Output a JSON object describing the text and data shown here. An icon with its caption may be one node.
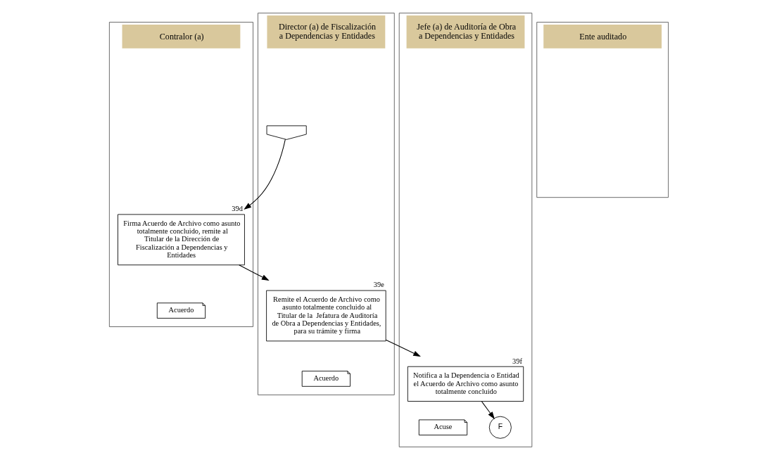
{
  "diagram": {
    "nodes": [
      {
        "text": [
          "Contralor (a)"
        ]
      },
      {
        "text": [
          "Director (a) de Fiscalización a Dependencias y Entidades"
        ]
      },
      {
        "text": [
          "Jefe (a) de Auditoría de Obra a Dependencias y Entidades"
        ]
      },
      {
        "text": [
          "Ente auditado"
        ]
      },
      {
        "text": [],
        "shape": "pentagon",
        "in": 1
      },
      {
        "text": [
          "Firma Acuerdo de Archivo como asunto totalmente concluido, remite al Titular de la Dirección de Fiscalización a Dependencias y Entidades"
        ],
        "beside": [
          "39d"
        ],
        "in": 0
      },
      {
        "text": [
          "Acuerdo"
        ],
        "in": 0
      },
      {
        "text": [
          "Remite el Acuerdo de Archivo como asunto totalmente concluido al Titular de la  Jefatura de Auditoría de Obra a Dependencias y Entidades, para su trámite y firma"
        ],
        "beside": [
          "39e"
        ],
        "in": 1
      },
      {
        "text": [
          "Acuerdo"
        ],
        "in": 1
      },
      {
        "text": [
          "Notifica a la Dependencia o Entidad el Acuerdo de Archivo como asunto totalmente concluido"
        ],
        "beside": [
          "39f"
        ],
        "in": 2
      },
      {
        "text": [
          "Acuse"
        ],
        "in": 2
      },
      {
        "text": [
          "F"
        ],
        "in": 2
      }
    ],
    "edges": [
      {
        "from": 4,
        "to": 5,
        "arrow": "to"
      },
      {
        "from": 5,
        "to": 7,
        "arrow": "to"
      },
      {
        "from": 7,
        "to": 9,
        "arrow": "to"
      },
      {
        "from": 9,
        "to": 11,
        "arrow": "to"
      }
    ]
  }
}
